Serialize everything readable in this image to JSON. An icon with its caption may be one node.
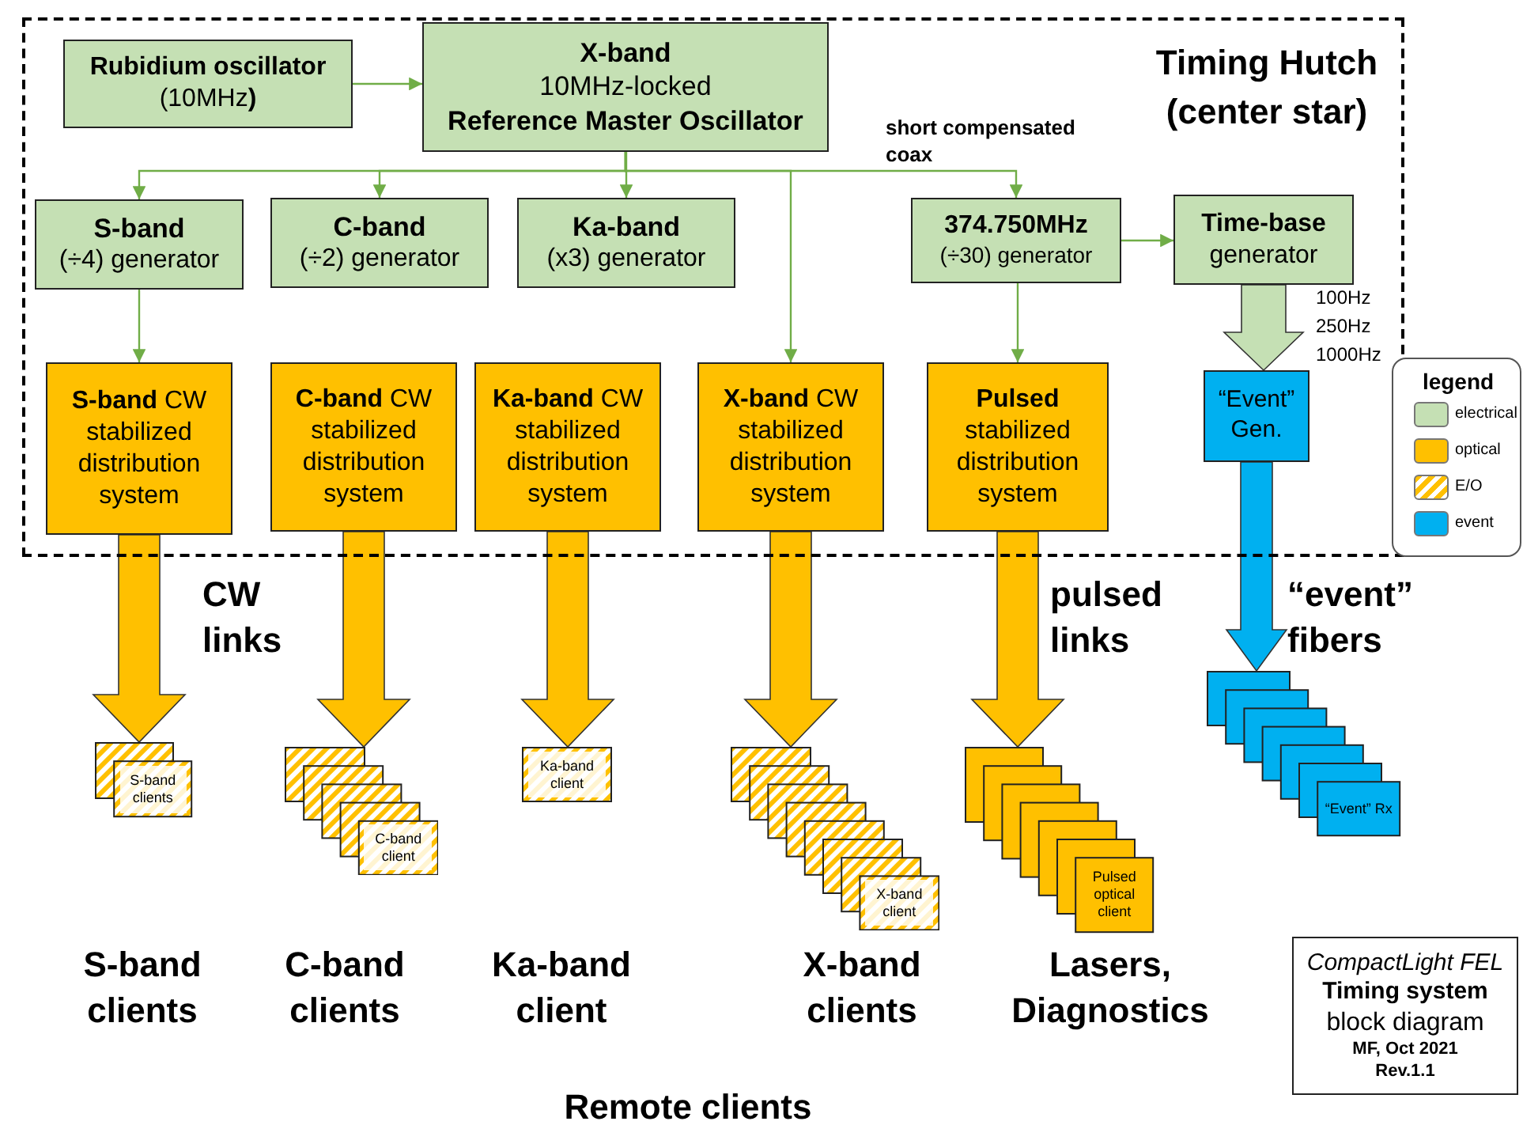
{
  "diagram": {
    "nodes": [
      {
        "text": [
          "Timing Hutch (center star)"
        ]
      },
      {
        "text": [
          "Rubidium oscillator",
          "(10MHz**)**"
        ],
        "in": 0
      },
      {
        "text": [
          "X-band",
          "10MHz-locked",
          "Reference Master Oscillator"
        ],
        "in": 0
      },
      {
        "text": [
          "S-band",
          "(÷4) generator"
        ],
        "in": 0
      },
      {
        "text": [
          "C-band",
          "(÷2) generator"
        ],
        "in": 0
      },
      {
        "text": [
          "Ka-band",
          "(x3) generator"
        ],
        "in": 0
      },
      {
        "text": [
          "374.750MHz",
          "(÷30) generator"
        ],
        "in": 0
      },
      {
        "text": [
          "Time-base",
          "generator"
        ],
        "in": 0
      },
      {
        "text": [
          "**S-band** CW stabilized distribution system"
        ],
        "in": 0
      },
      {
        "text": [
          "**C-band** CW stabilized distribution system"
        ],
        "in": 0
      },
      {
        "text": [
          "**Ka-band** CW stabilized distribution system"
        ],
        "in": 0
      },
      {
        "text": [
          "**X-band** CW stabilized distribution system"
        ],
        "in": 0
      },
      {
        "text": [
          "**Pulsed** stabilized distribution system"
        ],
        "in": 0
      },
      {
        "text": [
          "“Event” Gen."
        ],
        "in": 0
      },
      {
        "text": [
          "S-band clients"
        ]
      },
      {
        "text": [
          "C-band client"
        ]
      },
      {
        "text": [
          "Ka-band client"
        ]
      },
      {
        "text": [
          "X-band client"
        ]
      },
      {
        "text": [
          "Pulsed optical client"
        ]
      },
      {
        "text": [
          "“Event” Rx"
        ]
      },
      {
        "text": [
          "CompactLight FEL",
          "Timing system",
          "block diagram",
          "MF, Oct 2021",
          "Rev.1.1"
        ]
      }
    ],
    "edges": [
      {
        "from": 1,
        "to": 2,
        "arrow": "to"
      },
      {
        "from": 2,
        "to": 3,
        "arrow": "to"
      },
      {
        "from": 2,
        "to": 4,
        "arrow": "to"
      },
      {
        "from": 2,
        "to": 5,
        "arrow": "to"
      },
      {
        "from": 2,
        "to": 11,
        "arrow": "to"
      },
      {
        "from": 2,
        "to": 6,
        "arrow": "to"
      },
      {
        "from": 3,
        "to": 8,
        "arrow": "to"
      },
      {
        "from": 6,
        "to": 12,
        "arrow": "to"
      },
      {
        "from": 6,
        "to": 7,
        "arrow": "to"
      },
      {
        "from": 7,
        "to": 13,
        "arrow": "to",
        "style": "thick",
        "color": "#c5e0b4"
      },
      {
        "from": 8,
        "to": 14,
        "arrow": "to",
        "style": "thick",
        "color": "#ffc000"
      },
      {
        "from": 9,
        "to": 15,
        "arrow": "to",
        "style": "thick",
        "color": "#ffc000"
      },
      {
        "from": 10,
        "to": 16,
        "arrow": "to",
        "style": "thick",
        "color": "#ffc000"
      },
      {
        "from": 11,
        "to": 17,
        "arrow": "to",
        "style": "thick",
        "color": "#ffc000"
      },
      {
        "from": 12,
        "to": 18,
        "arrow": "to",
        "style": "thick",
        "color": "#ffc000"
      },
      {
        "from": 13,
        "to": 19,
        "arrow": "to",
        "style": "thick",
        "color": "#00b0f0"
      }
    ],
    "labels": [
      "short compensated coax",
      "100Hz",
      "250Hz",
      "1000Hz",
      "legend",
      "CW links",
      "pulsed links",
      "“event” fibers",
      "S-band clients",
      "C-band clients",
      "Ka-band client",
      "X-band clients",
      "Lasers, Diagnostics",
      "Remote clients"
    ],
    "legend": [
      {
        "text": "electrical",
        "color": "#c5e0b4"
      },
      {
        "text": "optical",
        "color": "#ffc000"
      },
      {
        "text": "E/O"
      },
      {
        "text": "event",
        "color": "#00b0f0"
      }
    ]
  }
}
